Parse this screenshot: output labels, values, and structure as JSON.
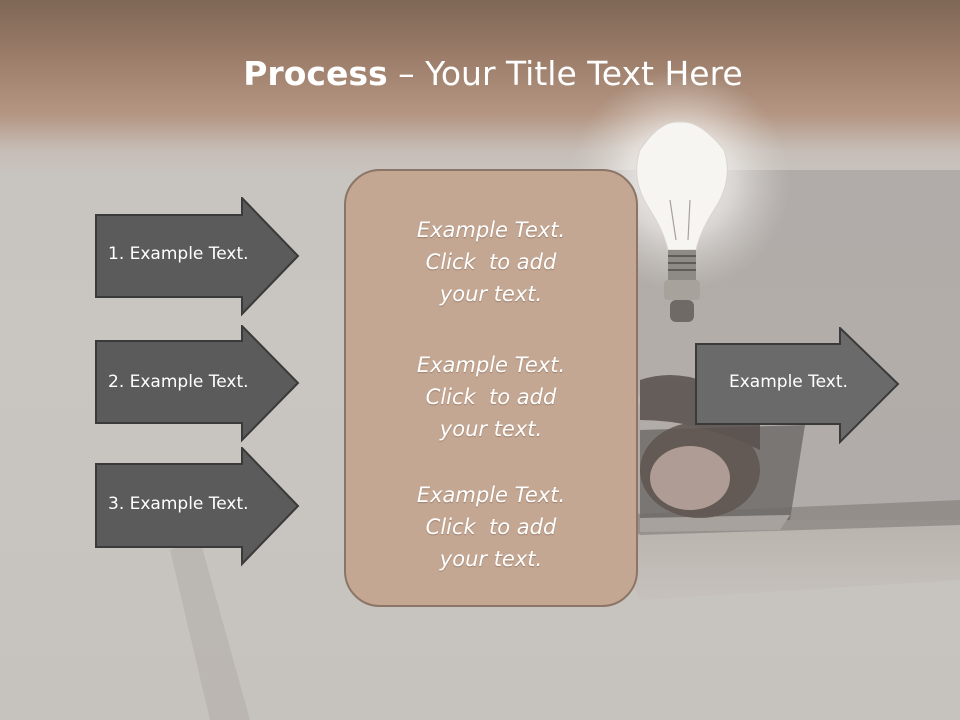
{
  "slide": {
    "title_bold": "Process",
    "title_rest": " – Your Title Text Here"
  },
  "left_arrows": [
    {
      "label": "1. Example Text."
    },
    {
      "label": "2. Example Text."
    },
    {
      "label": "3. Example Text."
    }
  ],
  "center_box": {
    "blocks": [
      {
        "line1": "Example Text.",
        "line2": "Click  to add",
        "line3": "your text."
      },
      {
        "line1": "Example Text.",
        "line2": "Click  to add",
        "line3": "your text."
      },
      {
        "line1": "Example Text.",
        "line2": "Click  to add",
        "line3": "your text."
      }
    ]
  },
  "right_arrow": {
    "label": "Example Text."
  },
  "colors": {
    "arrow_fill": "#5b5b5b",
    "arrow_fill_right": "#6a6a6a",
    "box_fill": "#c4a792",
    "box_border": "#8a7566",
    "title_band": "#9a7c68"
  }
}
